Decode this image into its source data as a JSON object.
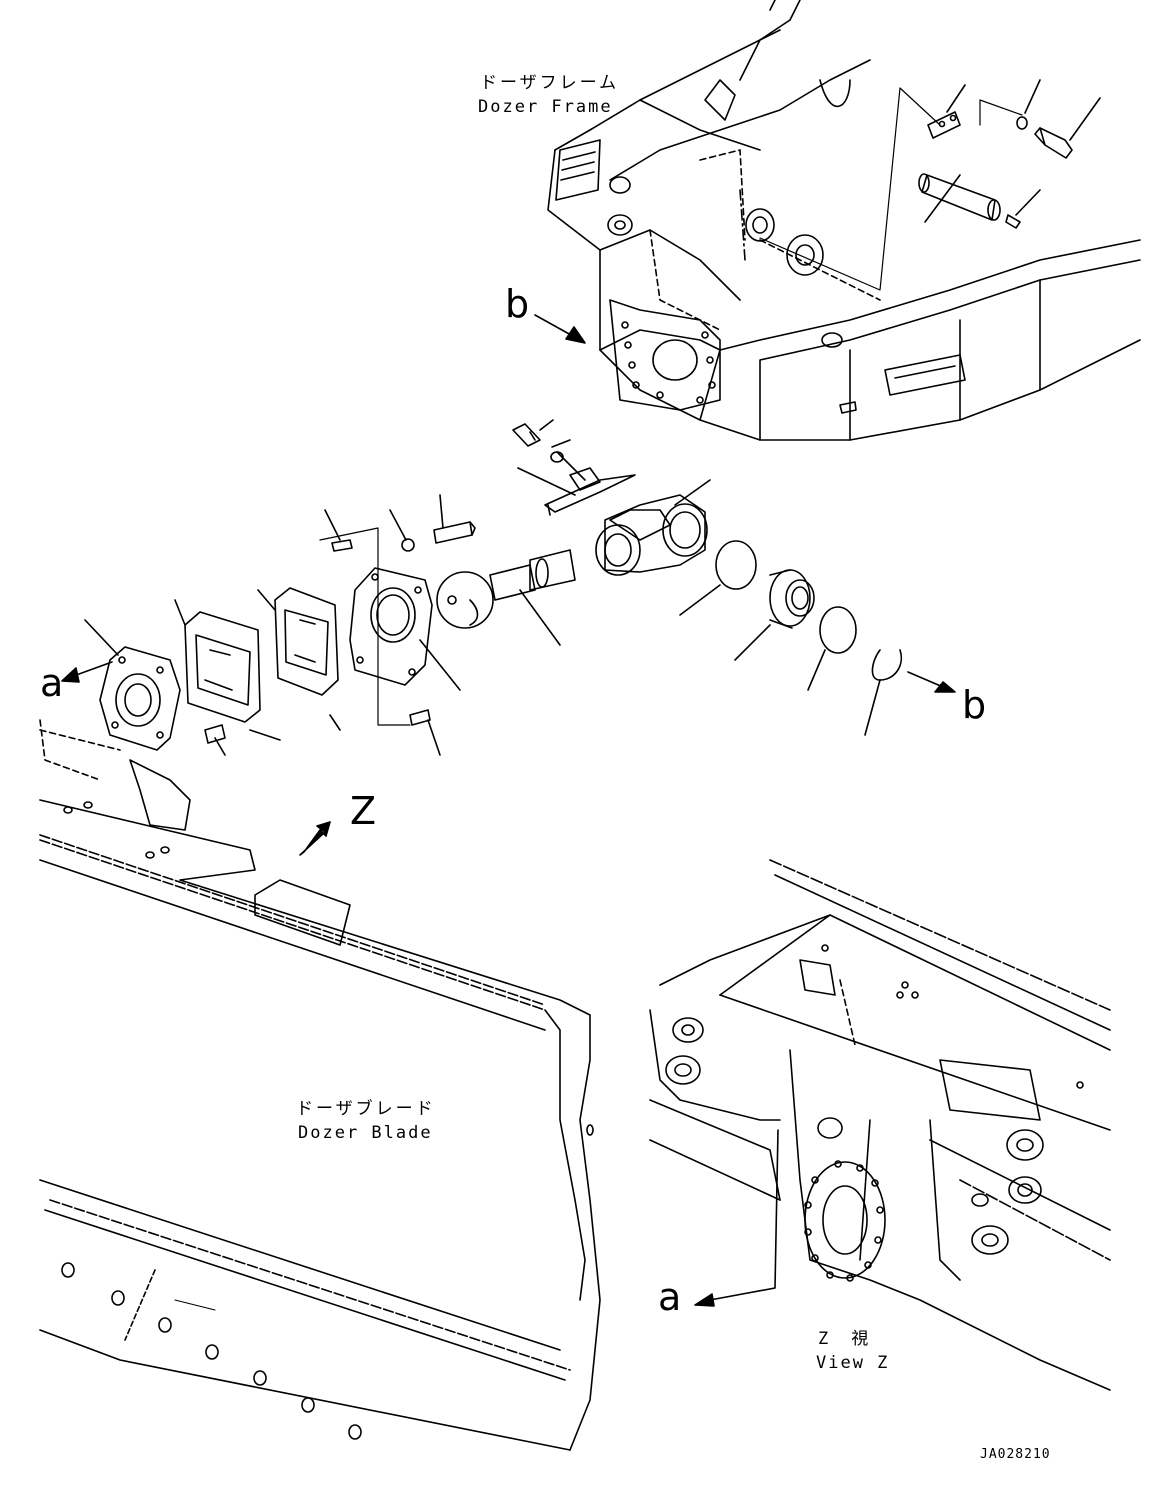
{
  "labels": {
    "dozer_frame_jp": "ドーザフレーム",
    "dozer_frame_en": "Dozer Frame",
    "dozer_blade_jp": "ドーザブレード",
    "dozer_blade_en": "Dozer Blade",
    "view_z_jp": "Z　視",
    "view_z_en": "View Z",
    "ref_a_left": "a",
    "ref_a_view": "a",
    "ref_b_frame": "b",
    "ref_b_ring": "b",
    "ref_z": "Z",
    "drawing_code": "JA028210"
  }
}
